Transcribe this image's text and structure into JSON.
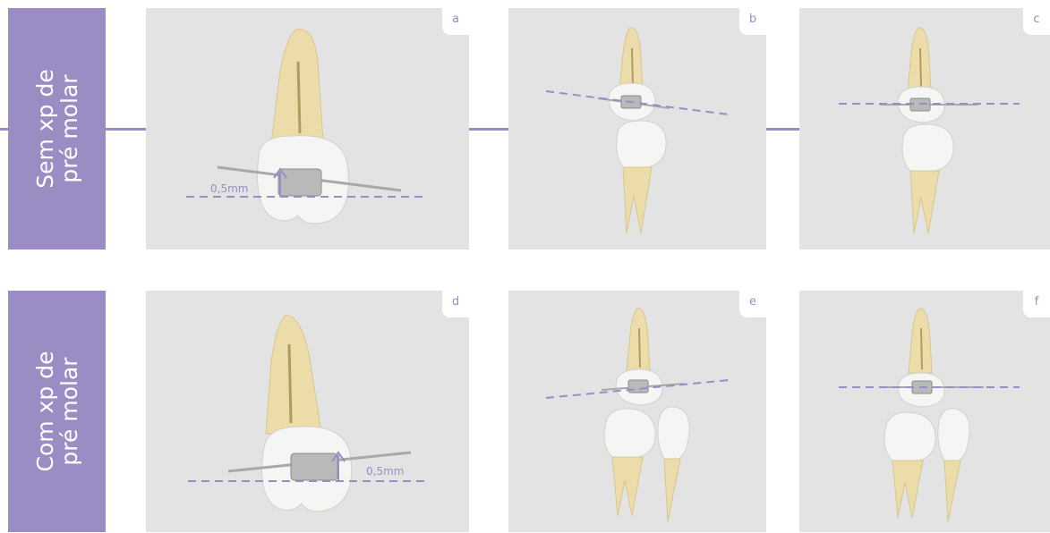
{
  "colors": {
    "accent": "#9b8cc4",
    "panel_bg": "#e3e3e3",
    "enamel": "#f5f5f3",
    "root": "#ecdcaa",
    "bracket": "#b9b9b9"
  },
  "rows": [
    {
      "label_line1": "Sem xp de",
      "label_line2": "pré molar"
    },
    {
      "label_line1": "Com xp de",
      "label_line2": "pré molar"
    }
  ],
  "panels": {
    "a": {
      "tag": "a",
      "measure": "0,5mm"
    },
    "b": {
      "tag": "b"
    },
    "c": {
      "tag": "c"
    },
    "d": {
      "tag": "d",
      "measure": "0,5mm"
    },
    "e": {
      "tag": "e"
    },
    "f": {
      "tag": "f"
    }
  }
}
